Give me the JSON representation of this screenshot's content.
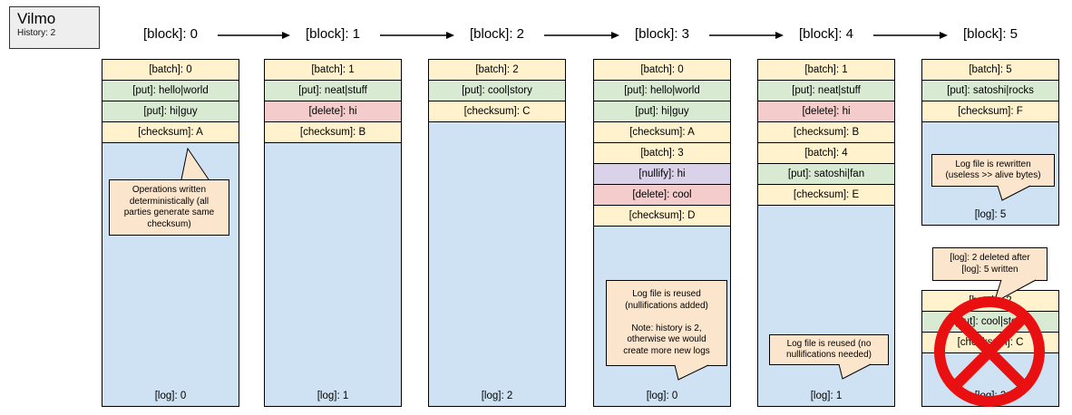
{
  "legend": {
    "title": "Vilmo",
    "subtitle": "History: 2"
  },
  "palette": {
    "batch": "#fff2cc",
    "checksum": "#fff2cc",
    "put": "#d9ead3",
    "delete": "#f4cccc",
    "nullify": "#d9d2e9",
    "log_area": "#cfe2f3",
    "callout": "#fce5cd",
    "prohibited": "#e81010"
  },
  "columns": [
    {
      "label": "[block]: 0",
      "rows": [
        {
          "type": "batch",
          "text": "[batch]: 0"
        },
        {
          "type": "put",
          "text": "[put]: hello|world"
        },
        {
          "type": "put",
          "text": "[put]: hi|guy"
        },
        {
          "type": "checksum",
          "text": "[checksum]: A"
        }
      ],
      "log": "[log]: 0",
      "callout": "Operations written\ndeterministically (all\nparties generate same\nchecksum)"
    },
    {
      "label": "[block]: 1",
      "rows": [
        {
          "type": "batch",
          "text": "[batch]: 1"
        },
        {
          "type": "put",
          "text": "[put]: neat|stuff"
        },
        {
          "type": "delete",
          "text": "[delete]: hi"
        },
        {
          "type": "checksum",
          "text": "[checksum]: B"
        }
      ],
      "log": "[log]: 1"
    },
    {
      "label": "[block]: 2",
      "rows": [
        {
          "type": "batch",
          "text": "[batch]: 2"
        },
        {
          "type": "put",
          "text": "[put]: cool|story"
        },
        {
          "type": "checksum",
          "text": "[checksum]: C"
        }
      ],
      "log": "[log]: 2"
    },
    {
      "label": "[block]: 3",
      "rows": [
        {
          "type": "batch",
          "text": "[batch]: 0"
        },
        {
          "type": "put",
          "text": "[put]: hello|world"
        },
        {
          "type": "put",
          "text": "[put]: hi|guy"
        },
        {
          "type": "checksum",
          "text": "[checksum]: A"
        },
        {
          "type": "batch",
          "text": "[batch]: 3"
        },
        {
          "type": "nullify",
          "text": "[nullify]: hi"
        },
        {
          "type": "delete",
          "text": "[delete]: cool"
        },
        {
          "type": "checksum",
          "text": "[checksum]: D"
        }
      ],
      "log": "[log]: 0",
      "callout": "Log file is reused\n(nullifications added)\n\nNote: history is 2,\notherwise we would\ncreate more new logs"
    },
    {
      "label": "[block]: 4",
      "rows": [
        {
          "type": "batch",
          "text": "[batch]: 1"
        },
        {
          "type": "put",
          "text": "[put]: neat|stuff"
        },
        {
          "type": "delete",
          "text": "[delete]: hi"
        },
        {
          "type": "checksum",
          "text": "[checksum]: B"
        },
        {
          "type": "batch",
          "text": "[batch]: 4"
        },
        {
          "type": "put",
          "text": "[put]: satoshi|fan"
        },
        {
          "type": "checksum",
          "text": "[checksum]: E"
        }
      ],
      "log": "[log]: 1",
      "callout": "Log file is reused (no\nnullifications needed)"
    },
    {
      "label": "[block]: 5",
      "rows": [
        {
          "type": "batch",
          "text": "[batch]: 5"
        },
        {
          "type": "put",
          "text": "[put]: satoshi|rocks"
        },
        {
          "type": "checksum",
          "text": "[checksum]: F"
        }
      ],
      "log": "[log]: 5",
      "callout": "Log file is rewritten\n(useless >> alive bytes)"
    }
  ],
  "deleted_block": {
    "rows": [
      {
        "type": "batch",
        "text": "[batch]: 2"
      },
      {
        "type": "put",
        "text": "[put]: cool|story"
      },
      {
        "type": "checksum",
        "text": "[checksum]: C"
      }
    ],
    "log": "[log]: 2",
    "callout": "[log]: 2 deleted after\n[log]: 5 written"
  }
}
